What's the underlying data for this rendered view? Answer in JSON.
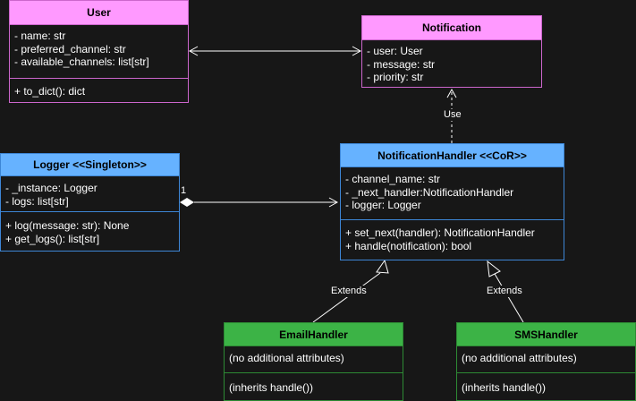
{
  "classes": {
    "user": {
      "name": "User",
      "attributes": [
        "- name: str",
        "- preferred_channel: str",
        "- available_channels: list[str]"
      ],
      "methods": [
        "+ to_dict(): dict"
      ],
      "fill": "#ff99ff",
      "stroke": "#cc66cc"
    },
    "notification": {
      "name": "Notification",
      "attributes": [
        "- user: User",
        "- message: str",
        "- priority: str"
      ],
      "methods": [],
      "fill": "#ff99ff",
      "stroke": "#cc66cc"
    },
    "logger": {
      "name": "Logger <<Singleton>>",
      "attributes": [
        "- _instance: Logger",
        "- logs: list[str]"
      ],
      "methods": [
        "+ log(message: str): None",
        "+ get_logs(): list[str]"
      ],
      "fill": "#66b2ff",
      "stroke": "#3d86d6"
    },
    "handler": {
      "name": "NotificationHandler <<CoR>>",
      "attributes": [
        "- channel_name: str",
        "- _next_handler:NotificationHandler",
        "- logger: Logger"
      ],
      "methods": [
        "+ set_next(handler): NotificationHandler",
        "+ handle(notification): bool"
      ],
      "fill": "#66b2ff",
      "stroke": "#3d86d6"
    },
    "email": {
      "name": "EmailHandler",
      "attributes": [
        "(no additional attributes)"
      ],
      "methods": [
        "(inherits handle())"
      ],
      "fill": "#3cb346",
      "stroke": "#2d8a34"
    },
    "sms": {
      "name": "SMSHandler",
      "attributes": [
        "(no additional attributes)"
      ],
      "methods": [
        "(inherits handle())"
      ],
      "fill": "#3cb346",
      "stroke": "#2d8a34"
    }
  },
  "relations": {
    "use_label": "Use",
    "extends_label": "Extends",
    "multiplicity": "1"
  }
}
